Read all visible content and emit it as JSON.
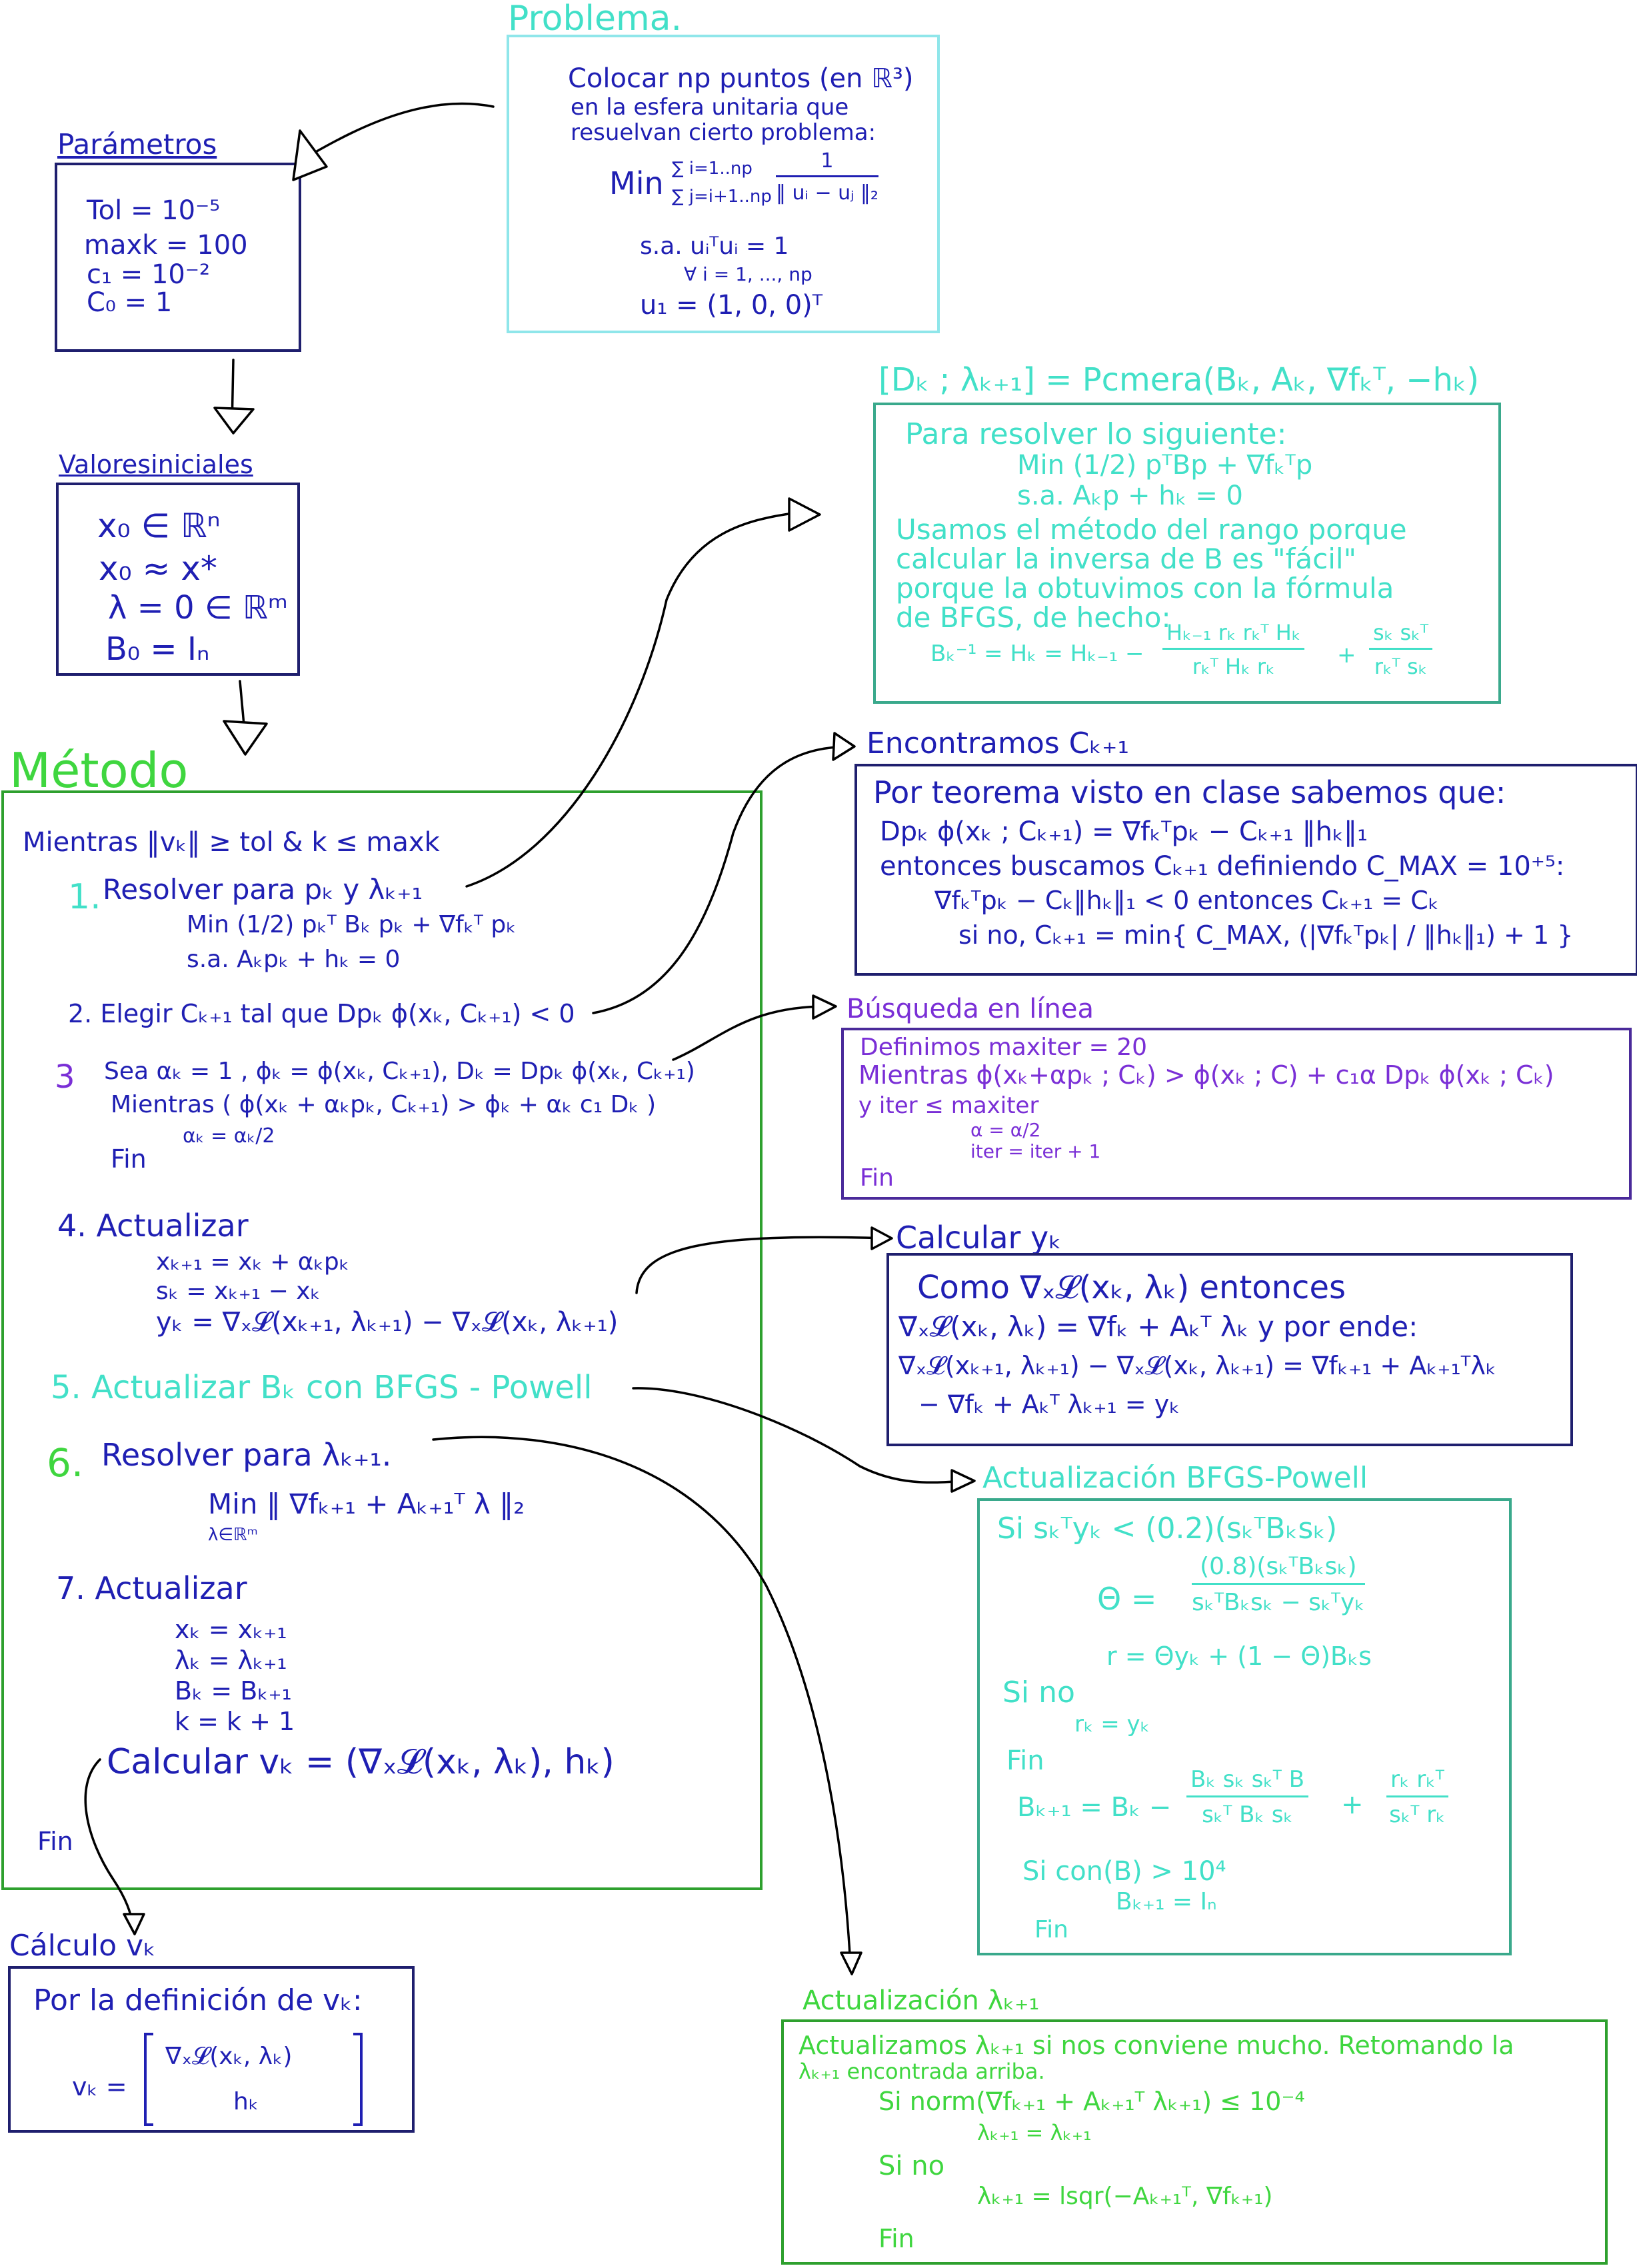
{
  "colors": {
    "navy_text": "#1f1fb3",
    "teal_text": "#42e0c8",
    "lime_text": "#3fd63f",
    "purple_text": "#7a2fd6"
  },
  "problema": {
    "title": "Problema.",
    "lines": [
      "Colocar np puntos (en ℝ³)",
      "en la esfera unitaria que",
      "resuelvan cierto problema:"
    ],
    "min_label": "Min",
    "sum_outer": "∑ i=1..np",
    "sum_inner": "∑ j=i+1..np",
    "frac_num": "1",
    "frac_den": "‖ uᵢ − uⱼ ‖₂",
    "st": "s.a.  uᵢᵀuᵢ = 1",
    "forall": "∀ i = 1, ..., np",
    "u1": "u₁ = (1, 0, 0)ᵀ"
  },
  "parametros": {
    "title": "Parámetros",
    "lines": [
      "Tol = 10⁻⁵",
      "maxk = 100",
      "c₁ = 10⁻²",
      "C₀ = 1"
    ]
  },
  "valores": {
    "title": "Valoresiniciales",
    "lines": [
      "x₀ ∈ ℝⁿ",
      "x₀ ≈ x*",
      "λ = 0 ∈ ℝᵐ",
      "B₀ = Iₙ"
    ]
  },
  "pcmera": {
    "title": "[Dₖ ; λₖ₊₁] = Pcmera(Bₖ, Aₖ, ∇fₖᵀ, −hₖ)",
    "lines": [
      "Para resolver lo siguiente:",
      "Min (1/2) pᵀBp + ∇fₖᵀp",
      "s.a.  Aₖp + hₖ = 0",
      "Usamos el método del rango porque",
      "calcular la inversa de B es \"fácil\"",
      "porque la obtuvimos con la fórmula",
      "de BFGS, de hecho:"
    ],
    "formula_lhs": "Bₖ⁻¹ = Hₖ = Hₖ₋₁ −",
    "frac1_num": "Hₖ₋₁ rₖ rₖᵀ Hₖ",
    "frac1_den": "rₖᵀ Hₖ rₖ",
    "plus": "+",
    "frac2_num": "sₖ sₖᵀ",
    "frac2_den": "rₖᵀ sₖ"
  },
  "ck": {
    "title": "Encontramos Cₖ₊₁",
    "lines": [
      "Por teorema visto en clase sabemos que:",
      "Dpₖ ϕ(xₖ ; Cₖ₊₁) = ∇fₖᵀpₖ − Cₖ₊₁ ‖hₖ‖₁",
      "entonces buscamos Cₖ₊₁ definiendo C_MAX = 10⁺⁵:",
      "∇fₖᵀpₖ − Cₖ‖hₖ‖₁ < 0   entonces Cₖ₊₁ = Cₖ",
      "si no, Cₖ₊₁ = min{ C_MAX, (|∇fₖᵀpₖ| / ‖hₖ‖₁) + 1 }"
    ]
  },
  "busqueda": {
    "title": "Búsqueda en línea",
    "lines": [
      "Definimos maxiter = 20",
      "Mientras ϕ(xₖ+αpₖ ; Cₖ) > ϕ(xₖ ; C) + c₁α Dpₖ ϕ(xₖ ; Cₖ)",
      "y  iter ≤ maxiter",
      "α = α/2",
      "iter = iter + 1",
      "Fin"
    ]
  },
  "yk": {
    "title": "Calcular yₖ",
    "lines": [
      "Como ∇ₓ𝓛(xₖ, λₖ) entonces",
      "∇ₓ𝓛(xₖ, λₖ) = ∇fₖ + Aₖᵀ λₖ y por ende:",
      "∇ₓ𝓛(xₖ₊₁, λₖ₊₁) − ∇ₓ𝓛(xₖ, λₖ₊₁) = ∇fₖ₊₁ + Aₖ₊₁ᵀλₖ",
      "− ∇fₖ + Aₖᵀ λₖ₊₁ = yₖ"
    ]
  },
  "bfgs": {
    "title": "Actualización BFGS-Powell",
    "if1": "Si  sₖᵀyₖ < (0.2)(sₖᵀBₖsₖ)",
    "theta_lhs": "Θ =",
    "theta_num": "(0.8)(sₖᵀBₖsₖ)",
    "theta_den": "sₖᵀBₖsₖ − sₖᵀyₖ",
    "r_line": "r = Θyₖ + (1 − Θ)Bₖs",
    "sino": "Si no",
    "rk": "rₖ = yₖ",
    "fin1": "Fin",
    "b_lhs": "Bₖ₊₁ = Bₖ −",
    "b_frac1_num": "Bₖ sₖ sₖᵀ B",
    "b_frac1_den": "sₖᵀ Bₖ sₖ",
    "b_plus": "+",
    "b_frac2_num": "rₖ rₖᵀ",
    "b_frac2_den": "sₖᵀ rₖ",
    "cond": "Si  con(B) > 10⁴",
    "reset": "Bₖ₊₁ = Iₙ",
    "fin2": "Fin"
  },
  "metodo": {
    "title": "Método",
    "loop": "Mientras ‖vₖ‖ ≥ tol  &  k ≤ maxk",
    "s1_num": "1.",
    "s1": "Resolver para pₖ y λₖ₊₁",
    "s1_min": "Min  (1/2) pₖᵀ Bₖ pₖ + ∇fₖᵀ pₖ",
    "s1_st": "s.a.  Aₖpₖ + hₖ = 0",
    "s2": "2. Elegir Cₖ₊₁ tal que Dpₖ ϕ(xₖ, Cₖ₊₁) < 0",
    "s3_num": "3",
    "s3": "Sea αₖ = 1 , ϕₖ = ϕ(xₖ, Cₖ₊₁), Dₖ = Dpₖ ϕ(xₖ, Cₖ₊₁)",
    "s3_while": "Mientras ( ϕ(xₖ + αₖpₖ, Cₖ₊₁) > ϕₖ + αₖ c₁ Dₖ )",
    "s3_alpha": "αₖ = αₖ/2",
    "s3_fin": "Fin",
    "s4": "4. Actualizar",
    "s4_lines": [
      "xₖ₊₁ = xₖ + αₖpₖ",
      "sₖ = xₖ₊₁ − xₖ",
      "yₖ = ∇ₓ𝓛(xₖ₊₁, λₖ₊₁) − ∇ₓ𝓛(xₖ, λₖ₊₁)"
    ],
    "s5": "5. Actualizar Bₖ con BFGS - Powell",
    "s6_num": "6.",
    "s6": "Resolver para λₖ₊₁.",
    "s6_min": "Min  ‖ ∇fₖ₊₁ + Aₖ₊₁ᵀ λ ‖₂",
    "s6_sub": "λ∈ℝᵐ",
    "s7": "7. Actualizar",
    "s7_lines": [
      "xₖ = xₖ₊₁",
      "λₖ = λₖ₊₁",
      "Bₖ = Bₖ₊₁",
      "k = k + 1"
    ],
    "calc": "Calcular vₖ = (∇ₓ𝓛(xₖ, λₖ), hₖ)",
    "fin": "Fin"
  },
  "calculo": {
    "title": "Cálculo vₖ",
    "intro": "Por la definición de vₖ:",
    "lhs": "vₖ =",
    "row1": "∇ₓ𝓛(xₖ, λₖ)",
    "row2": "hₖ"
  },
  "lambda_upd": {
    "title": "Actualización λₖ₊₁",
    "lines": [
      "Actualizamos λₖ₊₁ si nos conviene mucho. Retomando la",
      "λₖ₊₁ encontrada arriba.",
      "Si  norm(∇fₖ₊₁ + Aₖ₊₁ᵀ λₖ₊₁) ≤ 10⁻⁴",
      "λₖ₊₁ = λₖ₊₁",
      "Si no",
      "λₖ₊₁ = lsqr(−Aₖ₊₁ᵀ, ∇fₖ₊₁)",
      "Fin"
    ]
  }
}
